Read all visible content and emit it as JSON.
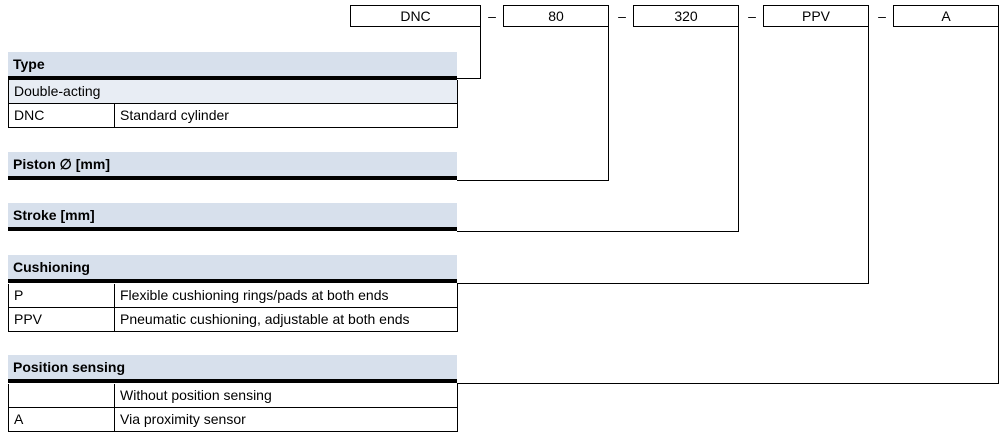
{
  "code": {
    "segments": [
      "DNC",
      "80",
      "320",
      "PPV",
      "A"
    ],
    "separator": "–"
  },
  "sections": {
    "type": {
      "title": "Type",
      "group_label": "Double-acting",
      "rows": [
        {
          "code": "DNC",
          "description": "Standard cylinder"
        }
      ]
    },
    "piston": {
      "title": "Piston ∅ [mm]"
    },
    "stroke": {
      "title": "Stroke [mm]"
    },
    "cushioning": {
      "title": "Cushioning",
      "rows": [
        {
          "code": "P",
          "description": "Flexible cushioning rings/pads at both ends"
        },
        {
          "code": "PPV",
          "description": "Pneumatic cushioning, adjustable at both ends"
        }
      ]
    },
    "position_sensing": {
      "title": "Position sensing",
      "rows": [
        {
          "code": "",
          "description": "Without position sensing"
        },
        {
          "code": "A",
          "description": "Via proximity sensor"
        }
      ]
    }
  },
  "colors": {
    "header_bg": "#d7e0ec",
    "group_bg": "#e8edf4",
    "line": "#000000"
  }
}
